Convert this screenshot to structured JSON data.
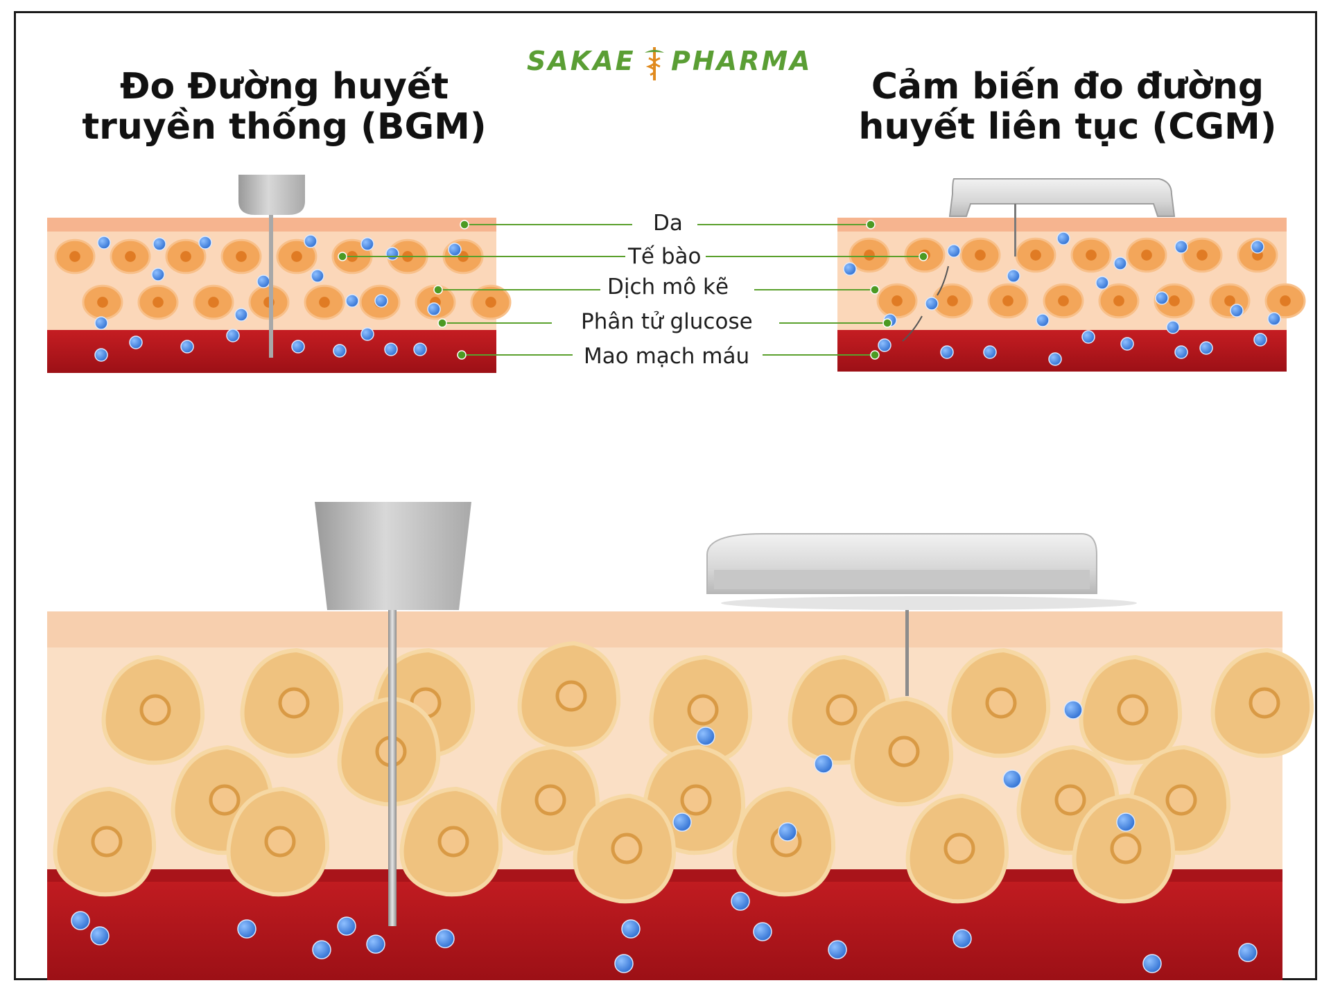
{
  "titles": {
    "left": [
      "Đo Đường huyết",
      "truyền thống (BGM)"
    ],
    "right": [
      "Cảm biến đo đường",
      "huyết liên tục (CGM)"
    ]
  },
  "logo": {
    "left_word": "SAKAE",
    "right_word": "PHARMA",
    "icon": "caduceus-icon"
  },
  "legend": [
    {
      "id": "skin",
      "label": "Da"
    },
    {
      "id": "cell",
      "label": "Tế bào"
    },
    {
      "id": "interstitial",
      "label": "Dịch mô kẽ"
    },
    {
      "id": "glucose",
      "label": "Phân tử glucose"
    },
    {
      "id": "capillary",
      "label": "Mao mạch máu"
    }
  ],
  "colors": {
    "skin_top": "#f6b48f",
    "tissue": "#fbd7b9",
    "cell_fill": "#f3a65a",
    "cell_nucleus": "#f7c489",
    "blood": "#b4151c",
    "glucose": "#3f86e0",
    "leader": "#5aa02c",
    "large_tissue": "#f9dcc0",
    "large_cell": "#eec27a",
    "device": "#c9c9c9"
  }
}
